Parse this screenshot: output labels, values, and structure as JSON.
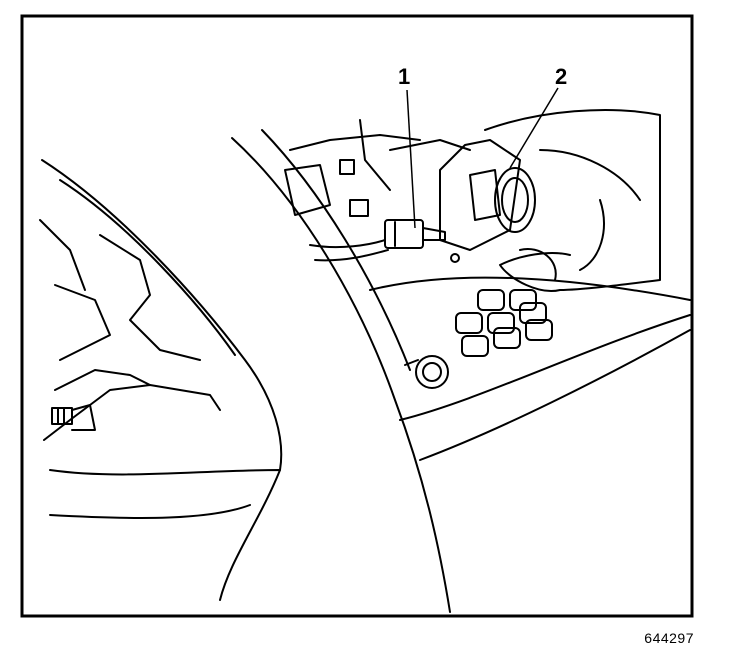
{
  "diagram": {
    "callouts": [
      {
        "id": "1",
        "label": "1"
      },
      {
        "id": "2",
        "label": "2"
      }
    ],
    "figure_number": "644297"
  }
}
